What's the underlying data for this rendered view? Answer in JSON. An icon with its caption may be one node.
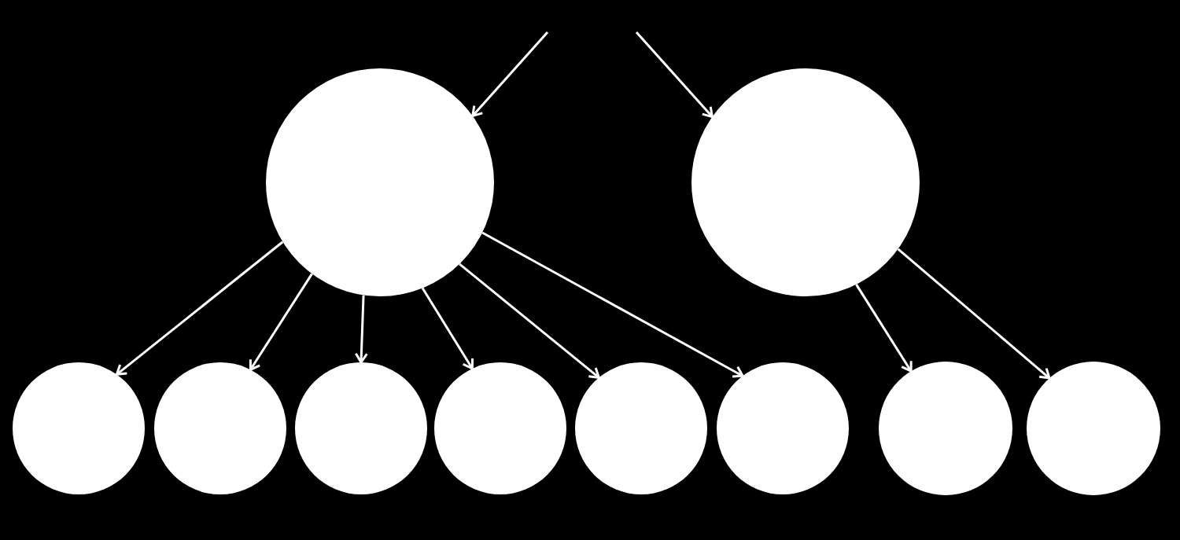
{
  "diagram": {
    "nodes": [
      {
        "text": [],
        "shape": "circle"
      },
      {
        "text": [],
        "shape": "circle"
      },
      {
        "text": [],
        "shape": "circle"
      },
      {
        "text": [],
        "shape": "circle"
      },
      {
        "text": [],
        "shape": "circle"
      },
      {
        "text": [],
        "shape": "circle"
      },
      {
        "text": [],
        "shape": "circle"
      },
      {
        "text": [],
        "shape": "circle"
      },
      {
        "text": [],
        "shape": "circle"
      },
      {
        "text": [],
        "shape": "circle"
      }
    ],
    "edges": [
      {
        "from": null,
        "to": 0,
        "arrow": "to"
      },
      {
        "from": null,
        "to": 1,
        "arrow": "to"
      },
      {
        "from": 0,
        "to": 2,
        "arrow": "to"
      },
      {
        "from": 0,
        "to": 3,
        "arrow": "to"
      },
      {
        "from": 0,
        "to": 4,
        "arrow": "to"
      },
      {
        "from": 0,
        "to": 5,
        "arrow": "to"
      },
      {
        "from": 0,
        "to": 6,
        "arrow": "to"
      },
      {
        "from": 0,
        "to": 7,
        "arrow": "to"
      },
      {
        "from": 1,
        "to": 8,
        "arrow": "to"
      },
      {
        "from": 1,
        "to": 9,
        "arrow": "to"
      }
    ]
  }
}
